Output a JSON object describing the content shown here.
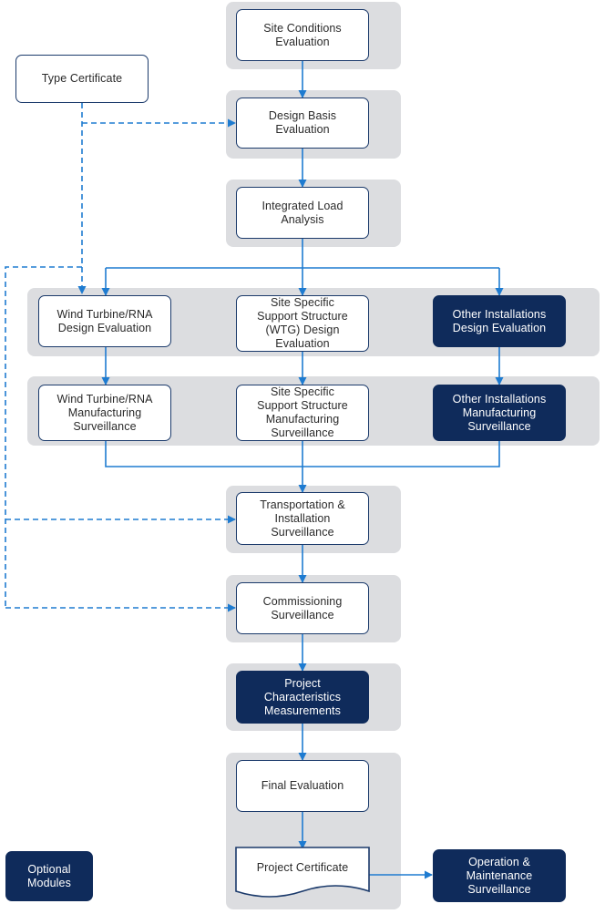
{
  "nodes": {
    "site_conditions": "Site Conditions\nEvaluation",
    "type_certificate": "Type Certificate",
    "design_basis": "Design Basis\nEvaluation",
    "integrated_load": "Integrated Load\nAnalysis",
    "wt_rna_design": "Wind Turbine/RNA\nDesign Evaluation",
    "support_structure_design": "Site Specific\nSupport Structure\n(WTG) Design\nEvaluation",
    "other_design": "Other Installations\nDesign Evaluation",
    "wt_rna_manufacturing": "Wind Turbine/RNA\nManufacturing\nSurveillance",
    "support_structure_manufacturing": "Site Specific\nSupport Structure\nManufacturing\nSurveillance",
    "other_manufacturing": "Other Installations\nManufacturing\nSurveillance",
    "transportation": "Transportation &\nInstallation\nSurveillance",
    "commissioning": "Commissioning\nSurveillance",
    "project_characteristics": "Project\nCharacteristics\nMeasurements",
    "final_evaluation": "Final Evaluation",
    "project_certificate": "Project Certificate",
    "operation_maintenance": "Operation &\nMaintenance\nSurveillance"
  },
  "legend": {
    "optional_modules": "Optional\nModules"
  },
  "colors": {
    "optional_fill": "#0f2b5b",
    "node_border": "#1b3a6b",
    "arrow": "#1e7bd0",
    "group_bg": "#dcdde0"
  }
}
